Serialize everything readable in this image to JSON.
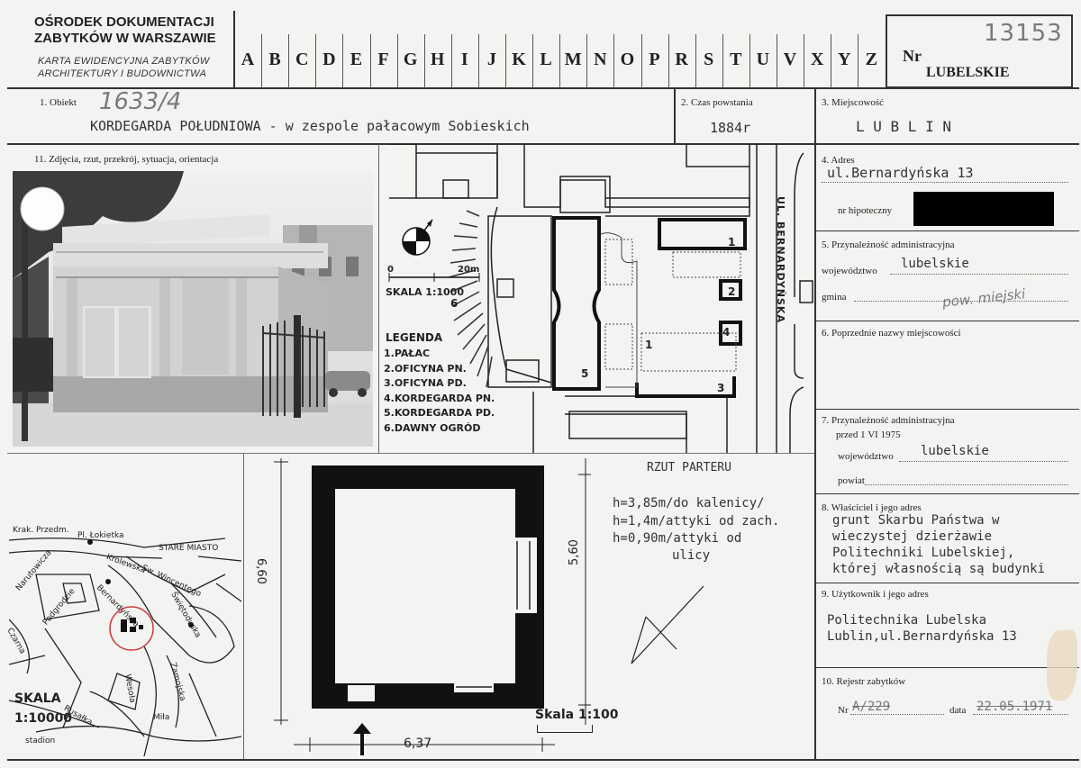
{
  "header": {
    "org_line1": "OŚRODEK DOKUMENTACJI",
    "org_line2": "ZABYTKÓW W WARSZAWIE",
    "card_line1": "KARTA EWIDENCYJNA ZABYTKÓW",
    "card_line2": "ARCHITEKTURY I BUDOWNICTWA",
    "letters": [
      "A",
      "B",
      "C",
      "D",
      "E",
      "F",
      "G",
      "H",
      "I",
      "J",
      "K",
      "L",
      "M",
      "N",
      "O",
      "P",
      "R",
      "S",
      "T",
      "U",
      "V",
      "X",
      "Y",
      "Z"
    ],
    "nr_label": "Nr",
    "nr_value": "LUBELSKIE",
    "nr_handwritten": "13153"
  },
  "obiekt": {
    "label": "1. Obiekt",
    "handwritten": "1633/4",
    "value": "KORDEGARDA POŁUDNIOWA - w zespole pałacowym Sobieskich"
  },
  "czas": {
    "label": "2. Czas powstania",
    "value": "1884r"
  },
  "miejscowosc": {
    "label": "3. Miejscowość",
    "value": "L U B L I N"
  },
  "zdjecia": {
    "label": "11. Zdjęcia, rzut, przekrój, sytuacja, orientacja"
  },
  "site_plan": {
    "scale_start": "0",
    "scale_end": "20m",
    "scale_label": "SKALA 1:1000",
    "street": "UL. BERNARDYŃSKA",
    "legend_title": "LEGENDA",
    "legend": [
      "1.PAŁAC",
      "2.OFICYNA PN.",
      "3.OFICYNA PD.",
      "4.KORDEGARDA PN.",
      "5.KORDEGARDA PD.",
      "6.DAWNY OGRÓD"
    ],
    "building_numbers": [
      "1",
      "2",
      "3",
      "4",
      "5",
      "6",
      "1"
    ]
  },
  "city_map": {
    "streets": [
      "Krak. Przedm.",
      "Pl. Łokietka",
      "STARE MIASTO",
      "Królewska",
      "Bernardyńska",
      "Narutowicza",
      "Podgrodzie",
      "Czarna",
      "Świętoduska",
      "Zamojska",
      "Rusałka",
      "Wesoła",
      "Miła",
      "stadion",
      "Sw. Wincentego"
    ],
    "scale_title": "SKALA",
    "scale_value": "1:10000"
  },
  "floor_plan": {
    "title": "RZUT PARTERU",
    "dim_left": "6,60",
    "dim_right": "5,60",
    "dim_bottom": "6,37",
    "scale": "Skala 1:100",
    "heights": [
      "h=3,85m/do kalenicy/",
      "h=1,4m/attyki od zach.",
      "h=0,90m/attyki od",
      "ulicy"
    ]
  },
  "adres": {
    "label": "4. Adres",
    "value": "ul.Bernardyńska 13",
    "hipoteczny_label": "nr hipoteczny"
  },
  "przynaleznosc": {
    "label": "5. Przynależność administracyjna",
    "woj_label": "województwo",
    "woj_value": "lubelskie",
    "gmina_label": "gmina",
    "gmina_handwritten": "pow. miejski"
  },
  "poprzednie": {
    "label": "6. Poprzednie nazwy miejscowości"
  },
  "przynaleznosc_1975": {
    "label": "7. Przynależność administracyjna",
    "sub": "przed 1 VI 1975",
    "woj_label": "województwo",
    "woj_value": "lubelskie",
    "powiat_label": "powiat"
  },
  "wlasciciel": {
    "label": "8. Właściciel i jego adres",
    "lines": [
      "grunt Skarbu Państwa w",
      "wieczystej dzierżawie",
      "Politechniki Lubelskiej,",
      "której własnością są budynki"
    ]
  },
  "uzytkownik": {
    "label": "9. Użytkownik i jego adres",
    "lines": [
      "Politechnika Lubelska",
      "Lublin,ul.Bernardyńska 13"
    ]
  },
  "rejestr": {
    "label": "10. Rejestr zabytków",
    "nr_label": "Nr",
    "nr_value": "A/229",
    "data_label": "data",
    "data_value": "22.05.1971"
  },
  "colors": {
    "paper": "#f3f3f1",
    "ink": "#222222",
    "stamp_red": "#cc3a3a"
  }
}
